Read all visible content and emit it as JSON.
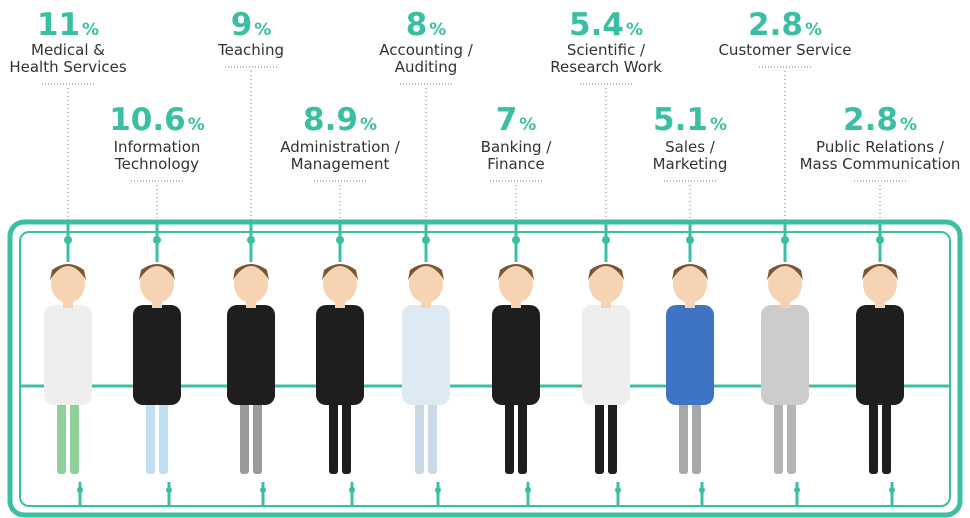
{
  "chart_data": {
    "type": "bar",
    "unit": "%",
    "categories": [
      [
        "Medical &",
        "Health Services"
      ],
      [
        "Information",
        "Technology"
      ],
      [
        "Teaching"
      ],
      [
        "Administration /",
        "Management"
      ],
      [
        "Accounting /",
        "Auditing"
      ],
      [
        "Banking /",
        "Finance"
      ],
      [
        "Scientific /",
        "Research Work"
      ],
      [
        "Sales /",
        "Marketing"
      ],
      [
        "Customer Service"
      ],
      [
        "Public Relations /",
        "Mass Communication"
      ]
    ],
    "values": [
      "11",
      "10.6",
      "9",
      "8.9",
      "8",
      "7",
      "5.4",
      "5.1",
      "2.8",
      "2.8"
    ]
  },
  "colors": {
    "accent": "#3bbfa3",
    "frame": "#3bbfa3",
    "text": "#333333"
  }
}
